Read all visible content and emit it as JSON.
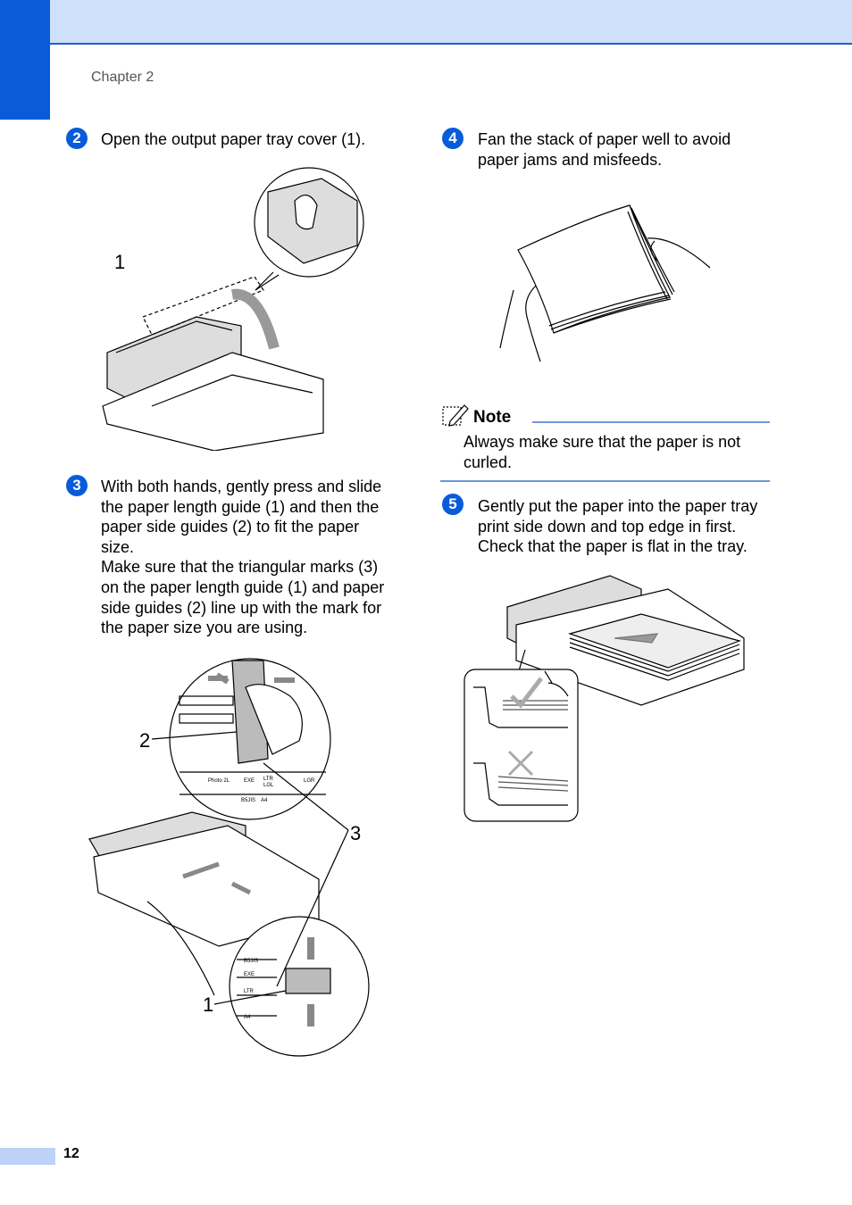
{
  "header": {
    "chapter": "Chapter 2"
  },
  "steps": [
    {
      "num": "2",
      "text": "Open the output paper tray cover (1)."
    },
    {
      "num": "3",
      "lines": [
        "With both hands, gently press and slide",
        "the paper length guide (1) and then the",
        "paper side guides (2) to fit the paper",
        "size.",
        "Make sure that the triangular marks (3)",
        "on the paper length guide (1) and paper",
        "side guides (2) line up with the mark for",
        "the paper size you are using."
      ]
    },
    {
      "num": "4",
      "lines": [
        "Fan the stack of paper well to avoid",
        "paper jams and misfeeds."
      ]
    },
    {
      "num": "5",
      "lines": [
        "Gently put the paper into the paper tray",
        "print side down and top edge in first.",
        "Check that the paper is flat in the tray."
      ]
    }
  ],
  "note": {
    "title": "Note",
    "lines": [
      "Always make sure that the paper is not",
      "curled."
    ]
  },
  "figures": {
    "fig1_callouts": {
      "one": "1"
    },
    "fig2_callouts": {
      "one": "1",
      "two": "2",
      "three": "3"
    },
    "fig2_scale_labels": {
      "photo": "Photo 2L",
      "exe": "EXE",
      "ltr": "LTR",
      "lgl": "LGL",
      "lgr": "LGR",
      "b5": "B5JIS",
      "a4": "A4"
    },
    "fig2_guide_labels": {
      "b5": "B5JIS",
      "exe": "EXE",
      "ltr": "LTR",
      "a4": "A4"
    }
  },
  "footer": {
    "page_number": "12"
  },
  "colors": {
    "accent": "#0a5bd9",
    "header_band": "#cfe0fb",
    "note_rule": "#6e96d8",
    "page_tab": "#bcd3f7"
  }
}
